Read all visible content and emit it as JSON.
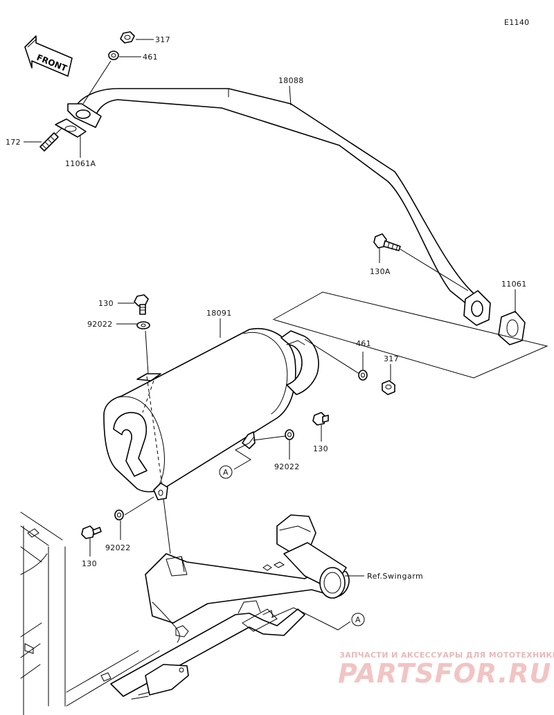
{
  "diagram_code": "E1140",
  "front_arrow_label": "FRONT",
  "labels": {
    "nut_top": "317",
    "washer_top": "461",
    "exhaust_pipe": "18088",
    "stud_172": "172",
    "gasket_front": "11061A",
    "bolt_130a": "130A",
    "gasket_rear": "11061",
    "bolt_top": "130",
    "washer_top_muffler": "92022",
    "muffler": "18091",
    "washer_mid": "461",
    "nut_mid": "317",
    "bolt_right": "130",
    "washer_right": "92022",
    "ref_a_upper": "A",
    "bolt_left": "130",
    "washer_left": "92022",
    "ref_swingarm": "Ref.Swingarm",
    "ref_a_lower": "A"
  },
  "watermark": {
    "line1": "ЗАПЧАСТИ И АКСЕССУАРЫ ДЛЯ МОТОТЕХНИКИ",
    "line2": "PARTSFOR.RU"
  }
}
